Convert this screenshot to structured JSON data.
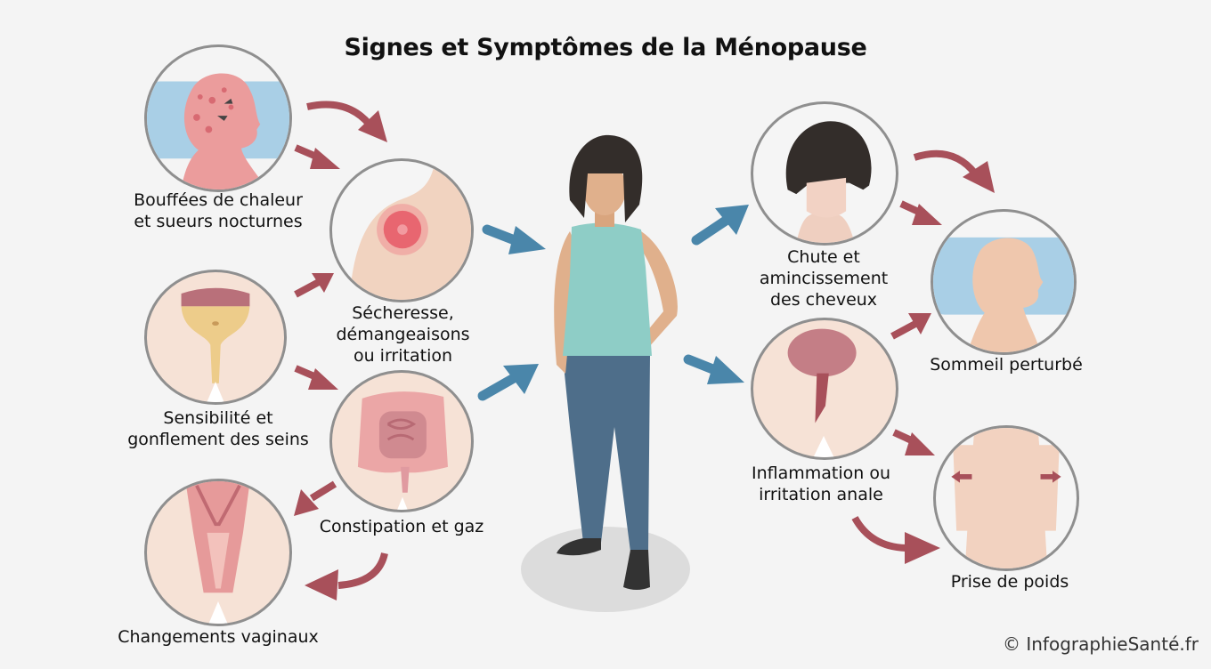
{
  "title": "Signes et Symptômes de la Ménopause",
  "symptoms": [
    {
      "id": "hot-flashes",
      "label_line1": "Bouffées de chaleur",
      "label_line2": "et sueurs nocturnes"
    },
    {
      "id": "dryness",
      "label_line1": "Sécheresse,",
      "label_line2": "démangeaisons",
      "label_line3": "ou irritation"
    },
    {
      "id": "breast",
      "label_line1": "Sensibilité et",
      "label_line2": "gonflement des seins"
    },
    {
      "id": "constipation",
      "label_line1": "Constipation et gaz"
    },
    {
      "id": "vaginal",
      "label_line1": "Changements vaginaux"
    },
    {
      "id": "hair",
      "label_line1": "Chute et",
      "label_line2": "amincissement",
      "label_line3": "des cheveux"
    },
    {
      "id": "sleep",
      "label_line1": "Sommeil perturbé"
    },
    {
      "id": "anal",
      "label_line1": "Inflammation ou",
      "label_line2": "irritation anale"
    },
    {
      "id": "weight",
      "label_line1": "Prise de poids"
    }
  ],
  "credit": "© InfographieSanté.fr",
  "colors": {
    "background": "#f4f4f4",
    "red_arrow": "#a8505a",
    "blue_arrow": "#4a86aa",
    "circle_border": "#8f8f8f",
    "skin": "#e0b08c",
    "shirt": "#8ecdc6",
    "pants": "#4e6e8a",
    "hair": "#332d2a",
    "pillow": "#a9cfe6"
  }
}
